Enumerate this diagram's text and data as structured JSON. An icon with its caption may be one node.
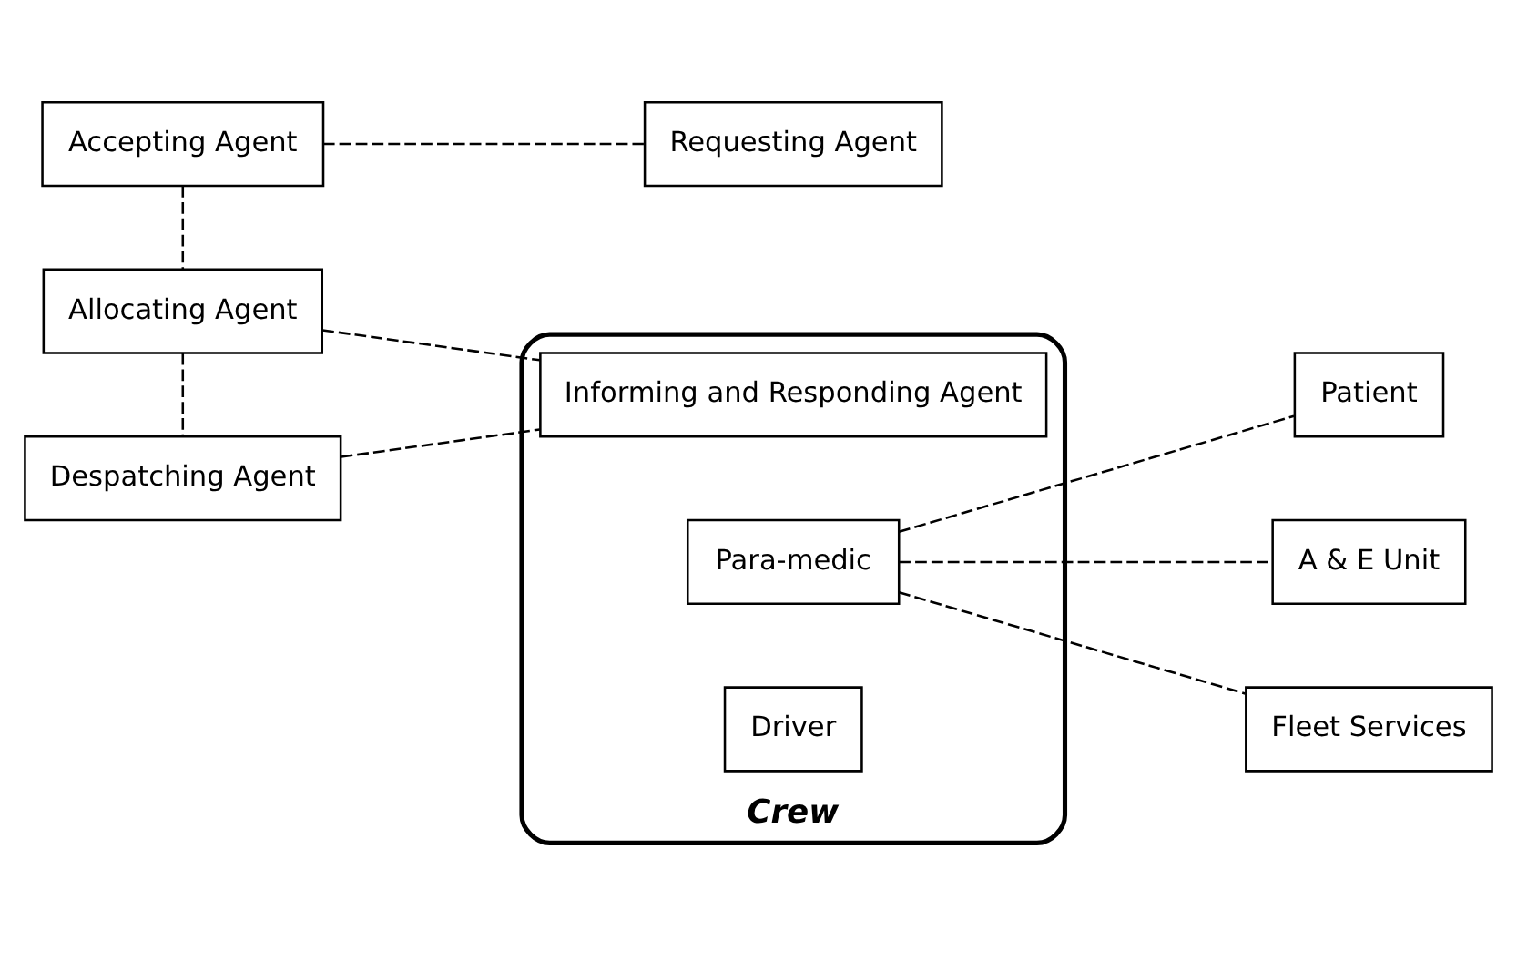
{
  "diagram": {
    "nodes": [
      {
        "text": [
          "Accepting Agent"
        ]
      },
      {
        "text": [
          "Requesting Agent"
        ]
      },
      {
        "text": [
          "Patient"
        ]
      },
      {
        "text": [
          "Allocating Agent"
        ]
      },
      {
        "text": [
          "Crew"
        ]
      },
      {
        "text": [
          "Driver"
        ],
        "in": 4
      },
      {
        "text": [
          "A & E Unit"
        ]
      },
      {
        "text": [
          "Despatching Agent"
        ]
      },
      {
        "text": [
          "Para-medic"
        ],
        "in": 4
      },
      {
        "text": [
          "Fleet Services"
        ]
      },
      {
        "text": [
          "Informing and Responding Agent"
        ],
        "in": 4
      }
    ],
    "edges": [
      {
        "from": 0,
        "to": 1,
        "arrow": "none",
        "style": "dashed"
      },
      {
        "from": 0,
        "to": 3,
        "arrow": "none",
        "style": "dashed"
      },
      {
        "from": 3,
        "to": 7,
        "arrow": "none",
        "style": "dashed"
      },
      {
        "from": 3,
        "to": 10,
        "arrow": "none",
        "style": "dashed"
      },
      {
        "from": 7,
        "to": 10,
        "arrow": "none",
        "style": "dashed"
      },
      {
        "from": 8,
        "to": 2,
        "arrow": "none",
        "style": "dashed"
      },
      {
        "from": 8,
        "to": 6,
        "arrow": "none",
        "style": "dashed"
      },
      {
        "from": 8,
        "to": 9,
        "arrow": "none",
        "style": "dashed"
      }
    ]
  }
}
